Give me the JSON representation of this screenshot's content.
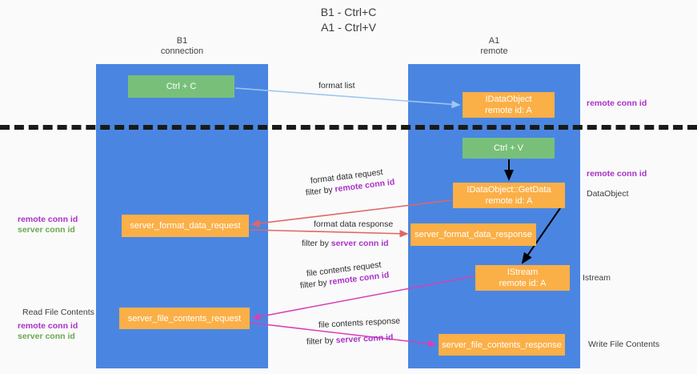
{
  "title": {
    "line1": "B1 - Ctrl+C",
    "line2": "A1 - Ctrl+V"
  },
  "lanes": [
    {
      "id": "b1",
      "name": "B1",
      "role": "connection"
    },
    {
      "id": "a1",
      "name": "A1",
      "role": "remote"
    }
  ],
  "nodes": {
    "ctrl_c": {
      "label": "Ctrl + C",
      "sub": "",
      "color": "#78c07a"
    },
    "idataobject": {
      "label": "IDataObject",
      "sub": "remote id: A",
      "color": "#fbaf47"
    },
    "ctrl_v": {
      "label": "Ctrl + V",
      "sub": "",
      "color": "#78c07a"
    },
    "getdata": {
      "label": "IDataObject::GetData",
      "sub": "remote id: A",
      "color": "#fbaf47"
    },
    "sfd_request": {
      "label": "server_format_data_request",
      "sub": "",
      "color": "#fbaf47"
    },
    "sfd_response": {
      "label": "server_format_data_response",
      "sub": "",
      "color": "#fbaf47"
    },
    "istream": {
      "label": "IStream",
      "sub": "remote id: A",
      "color": "#fbaf47"
    },
    "sfc_request": {
      "label": "server_file_contents_request",
      "sub": "",
      "color": "#fbaf47"
    },
    "sfc_response": {
      "label": "server_file_contents_response",
      "sub": "",
      "color": "#fbaf47"
    }
  },
  "edge_labels": {
    "format_list": "format list",
    "format_data_request": "format data request",
    "format_data_request_filter_prefix": "filter by ",
    "format_data_request_filter_key": "remote conn id",
    "format_data_response": "format data response",
    "format_data_response_filter_prefix": "filter by ",
    "format_data_response_filter_key": "server conn id",
    "file_contents_request": "file contents request",
    "file_contents_request_filter_prefix": "filter by ",
    "file_contents_request_filter_key": "remote conn id",
    "file_contents_response": "file contents response",
    "file_contents_response_filter_prefix": "filter by ",
    "file_contents_response_filter_key": "server conn id"
  },
  "annotations": {
    "right_remote_conn_id_top": "remote conn id",
    "right_remote_conn_id_mid": "remote conn id",
    "right_dataobject": "DataObject",
    "right_istream": "Istream",
    "right_write_file_contents": "Write File Contents",
    "left_read_file_contents": "Read File Contents",
    "left_remote_conn_id_1": "remote conn id",
    "left_server_conn_id_1": "server conn id",
    "left_remote_conn_id_2": "remote conn id",
    "left_server_conn_id_2": "server conn id"
  },
  "colors": {
    "lane": "#4a86e1",
    "node_green": "#78c07a",
    "node_orange": "#fbaf47",
    "key_purple": "#a832c8",
    "key_green": "#6aa84f",
    "arrow_blue": "#9fc5f0",
    "arrow_red": "#e06666",
    "arrow_black": "#000000",
    "arrow_magenta": "#d93fb6",
    "background": "#fafafa",
    "separator": "#1a1a1a"
  }
}
